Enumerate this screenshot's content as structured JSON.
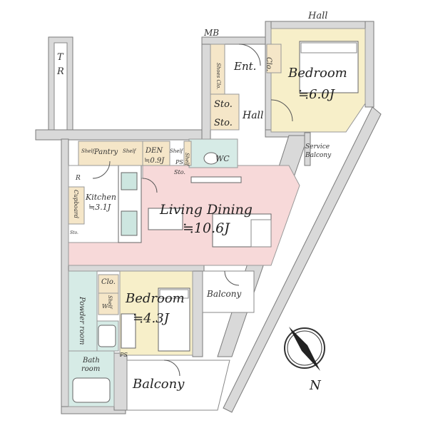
{
  "labels": {
    "hall_top": "Hall",
    "tr": "T\nR",
    "mb": "MB",
    "ent": "Ent.",
    "clo_top": "Clo.",
    "bedroom1": "Bedroom",
    "bedroom1_size": "≒6.0J",
    "shoe_clo": "Shoes Clo.",
    "sto1": "Sto.",
    "sto2": "Sto.",
    "hall_mid": "Hall",
    "service_balcony": "Service\nBalcony",
    "shelf1": "Shelf",
    "pantry": "Pantry",
    "shelf2": "Shelf",
    "den": "DEN",
    "den_size": "≒0.9J",
    "shelf3": "Shelf",
    "ps1": "PS",
    "sto3": "Sto.",
    "shelf4": "Shelf",
    "wc": "WC",
    "r": "R",
    "kitchen": "Kitchen",
    "kitchen_size": "≒3.1J",
    "cupboard": "Cupboard",
    "sto_small": "Sto.",
    "living": "Living Dining",
    "living_size": "≒10.6J",
    "clo_mid": "Clo.",
    "shelf5": "Shelf",
    "w": "W",
    "bedroom2": "Bedroom",
    "bedroom2_size": "≒4.3J",
    "powder": "Powder room",
    "balcony_mid": "Balcony",
    "bath": "Bath\nroom",
    "ps2": "PS",
    "balcony_bottom": "Balcony",
    "north": "N"
  },
  "colors": {
    "bedroom": "#f7efc9",
    "living": "#f7d9d9",
    "wet": "#d6ebe6",
    "storage": "#f5e6c8",
    "wall": "#d9d9d9"
  }
}
